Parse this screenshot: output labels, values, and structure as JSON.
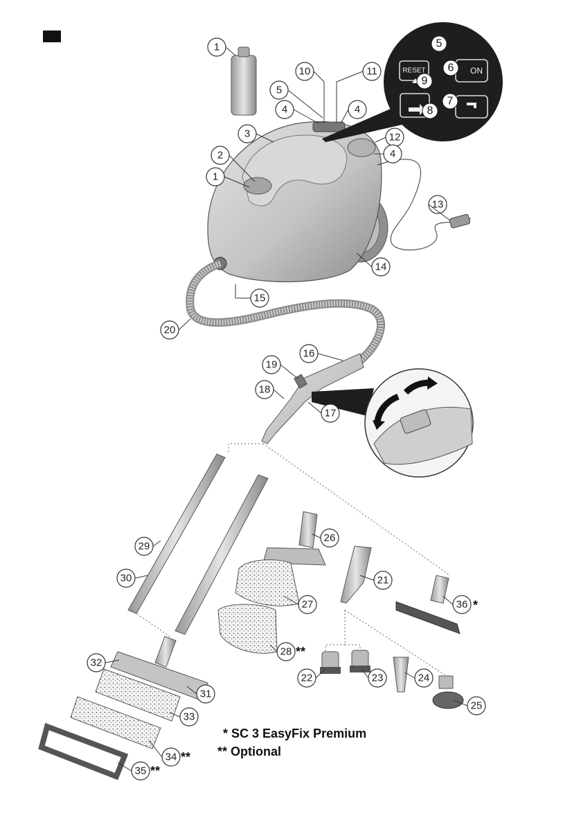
{
  "legend": {
    "line1": "* SC 3 EasyFix Premium",
    "line2": "** Optional"
  },
  "panel": {
    "reset_label": "RESET",
    "on_label": "ON",
    "callouts": [
      "5",
      "6",
      "9",
      "7",
      "8"
    ]
  },
  "callouts": {
    "c1a": "1",
    "c1b": "1",
    "c2": "2",
    "c3": "3",
    "c4a": "4",
    "c4b": "4",
    "c4c": "4",
    "c5": "5",
    "c10": "10",
    "c11": "11",
    "c12": "12",
    "c13": "13",
    "c14": "14",
    "c15": "15",
    "c16": "16",
    "c17": "17",
    "c18": "18",
    "c19": "19",
    "c20": "20",
    "c21": "21",
    "c22": "22",
    "c23": "23",
    "c24": "24",
    "c25": "25",
    "c26": "26",
    "c27": "27",
    "c28": "28",
    "c29": "29",
    "c30": "30",
    "c31": "31",
    "c32": "32",
    "c33": "33",
    "c34": "34",
    "c35": "35",
    "c36": "36"
  },
  "markers": {
    "single": "*",
    "double": "**"
  },
  "colors": {
    "body": "#c9c9c9",
    "shade": "#9a9a9a",
    "dark": "#1e1e1e",
    "outline": "#555555"
  }
}
